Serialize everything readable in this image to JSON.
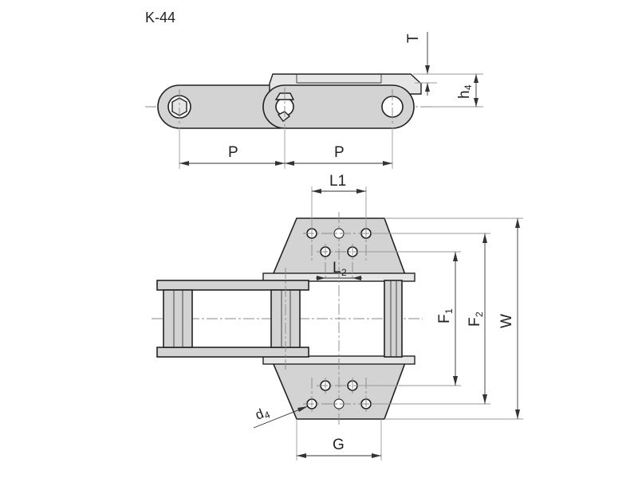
{
  "title": "K-44",
  "labels": {
    "T": "T",
    "h4_main": "h",
    "h4_sub": "4",
    "P_left": "P",
    "P_right": "P",
    "L1": "L1",
    "L2_main": "L",
    "L2_sub": "2",
    "F1_main": "F",
    "F1_sub": "1",
    "F2_main": "F",
    "F2_sub": "2",
    "W": "W",
    "d4_main": "d",
    "d4_sub": "4",
    "G": "G"
  }
}
